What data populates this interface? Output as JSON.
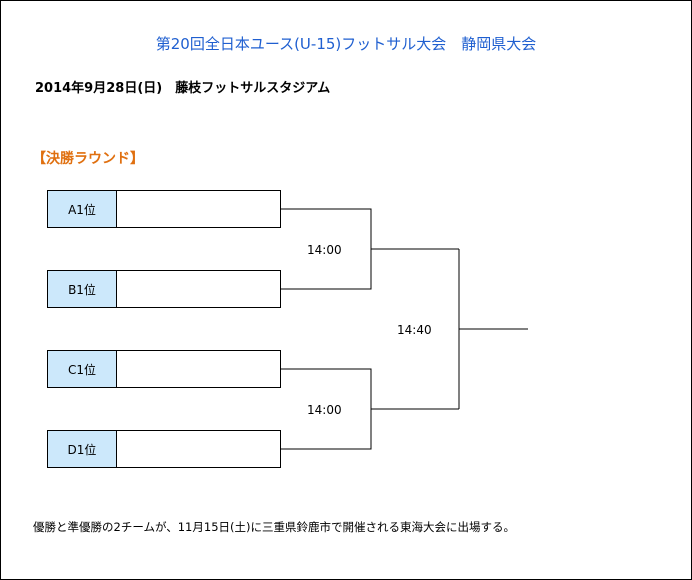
{
  "title": "第20回全日本ユース(U-15)フットサル大会　静岡県大会",
  "date_venue": "2014年9月28日(日)　藤枝フットサルスタジアム",
  "section": "【決勝ラウンド】",
  "teams": [
    {
      "seed": "A1位",
      "name": ""
    },
    {
      "seed": "B1位",
      "name": ""
    },
    {
      "seed": "C1位",
      "name": ""
    },
    {
      "seed": "D1位",
      "name": ""
    }
  ],
  "matches": {
    "semifinal_1_time": "14:00",
    "semifinal_2_time": "14:00",
    "final_time": "14:40"
  },
  "note": "優勝と準優勝の2チームが、11月15日(土)に三重県鈴鹿市で開催される東海大会に出場する。"
}
